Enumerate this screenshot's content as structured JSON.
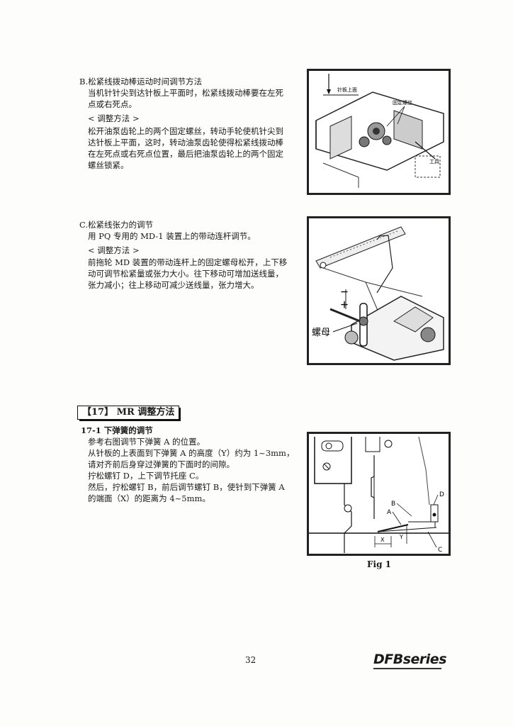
{
  "sectionB": {
    "title": "B.松紧线拨动棒运动时间调节方法",
    "lines": [
      "当机针针尖到达针板上平面时，松紧线拨动棒要在左死",
      "点或右死点。"
    ],
    "method": "< 调整方法 >",
    "steps": [
      "松开油泵齿轮上的两个固定螺丝，转动手轮使机针尖到",
      "达针板上平面，这时，转动油泵齿轮使得松紧线拨动棒",
      "在左死点或右死点位置，最后把油泵齿轮上的两个固定",
      "螺丝锁紧。"
    ],
    "figure": {
      "label_plate": "针板上面",
      "label_screw": "固定螺丝",
      "label_tool": "工具"
    }
  },
  "sectionC": {
    "title": "C.松紧线张力的调节",
    "lines": [
      "用 PQ 专用的 MD-1 装置上的带动连杆调节。"
    ],
    "method": "< 调整方法 >",
    "steps": [
      "前拖轮 MD 装置的带动连杆上的固定螺母松开，上下移",
      "动可调节松紧量或张力大小。往下移动可增加送线量，",
      "张力减小；往上移动可减少送线量，张力增大。"
    ],
    "figure": {
      "label_nut": "螺母",
      "label_minus": "－",
      "label_plus": "＋"
    }
  },
  "section17": {
    "heading": "【17】 MR 调整方法",
    "sub_title": "17-1 下弹簧的调节",
    "lines": [
      "参考右图调节下弹簧 A 的位置。",
      "从针板的上表面到下弹簧 A 的高度（Y）约为 1~3mm，",
      "请对齐前后身穿过弹簧的下面时的间隙。",
      "拧松螺钉 D，上下调节托座 C。",
      "然后，拧松螺钉 B，前后调节螺钉 B，使针到下弹簧 A",
      "的端面（X）的距离为 4~5mm。"
    ],
    "figure": {
      "labels": [
        "A",
        "B",
        "C",
        "D",
        "X",
        "Y"
      ],
      "caption": "Fig 1"
    }
  },
  "footer": {
    "page_number": "32",
    "brand": "DFBseries"
  }
}
